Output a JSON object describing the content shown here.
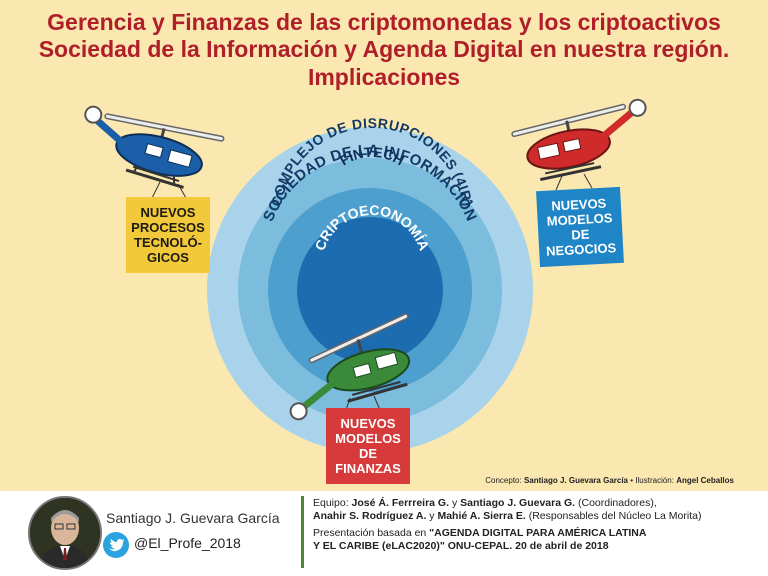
{
  "header": {
    "title_line1": "Gerencia y Finanzas de las criptomonedas y los criptoactivos",
    "title_line2": "Sociedad de la Información y Agenda Digital en nuestra región.",
    "title_line3": "Implicaciones"
  },
  "diagram": {
    "ring_outer": "SOCIEDAD DE LA INFORMACIÓN",
    "ring_second": "COMPLEJO DE DISRUPCIONES (4IR)",
    "ring_third": "FINTECH",
    "core": "CRIPTOECONOMÍA",
    "ring_colors": [
      "#a8d3ea",
      "#7cbcdd",
      "#4d9fce",
      "#1d6cb0"
    ],
    "box_procesos": [
      "NUEVOS",
      "PROCESOS",
      "TECNOLÓ-",
      "GICOS"
    ],
    "box_negocios": [
      "NUEVOS",
      "MODELOS",
      "DE",
      "NEGOCIOS"
    ],
    "box_finanzas": [
      "NUEVOS",
      "MODELOS",
      "DE",
      "FINANZAS"
    ],
    "helicopters": [
      {
        "icon": "helicopter-blue-icon",
        "color": "#1b5fa8"
      },
      {
        "icon": "helicopter-red-icon",
        "color": "#d02b2b"
      },
      {
        "icon": "helicopter-green-icon",
        "color": "#3b8a3a"
      }
    ]
  },
  "credits": {
    "concept_label": "Concepto:",
    "concept_name": "Santiago J. Guevara García",
    "illustration_label": "Ilustración:",
    "illustration_name": "Angel Ceballos"
  },
  "footer": {
    "author_name": "Santiago J. Guevara García",
    "twitter_handle": "@El_Profe_2018",
    "team_label": "Equipo:",
    "team_names_1": "José Á. Ferrreira G.",
    "team_and_1": "y",
    "team_names_2": "Santiago J. Guevara G.",
    "team_role_1": "(Coordinadores),",
    "team_names_3": "Anahir S. Rodríguez A.",
    "team_and_2": "y",
    "team_names_4": "Mahié A. Sierra E.",
    "team_role_2": "(Responsables del Núcleo La Morita)",
    "presentation_prefix": "Presentación basada en",
    "presentation_title_1": "\"AGENDA DIGITAL PARA AMÉRICA LATINA",
    "presentation_title_2": "Y EL CARIBE (eLAC2020)\" ONU-CEPAL. 20 de abril de 2018"
  }
}
